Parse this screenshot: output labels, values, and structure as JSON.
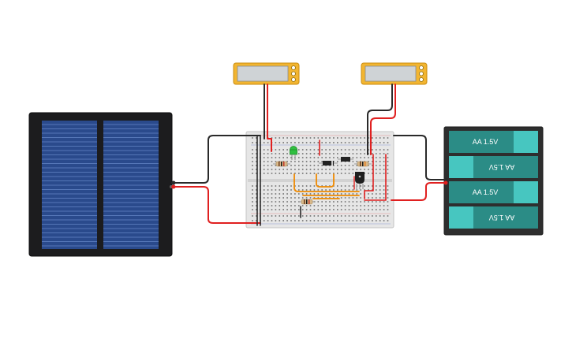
{
  "circuit": {
    "components": {
      "solar_panel": "solar-panel",
      "multimeters": [
        "multimeter-voltage",
        "multimeter-current"
      ],
      "breadboard": "breadboard",
      "battery_pack": "battery-pack-4xAA",
      "led": "green-led",
      "transistor": "transistor",
      "diode": "diode",
      "resistors": [
        "resistor-1",
        "resistor-2",
        "resistor-3"
      ]
    },
    "batteries": [
      {
        "label": "AA 1.5V",
        "flipped": false
      },
      {
        "label": "AA 1.5V",
        "flipped": true
      },
      {
        "label": "AA 1.5V",
        "flipped": false
      },
      {
        "label": "AA 1.5V",
        "flipped": true
      }
    ],
    "colors": {
      "wire_red": "#e02020",
      "wire_black": "#2a2a2a",
      "wire_orange": "#f08a00",
      "led_green": "#2fbf40",
      "battery_teal": "#2b8c86",
      "battery_cap": "#47c6c0",
      "multimeter_body": "#f2b531",
      "solar_cell": "#2a4a8c"
    }
  }
}
